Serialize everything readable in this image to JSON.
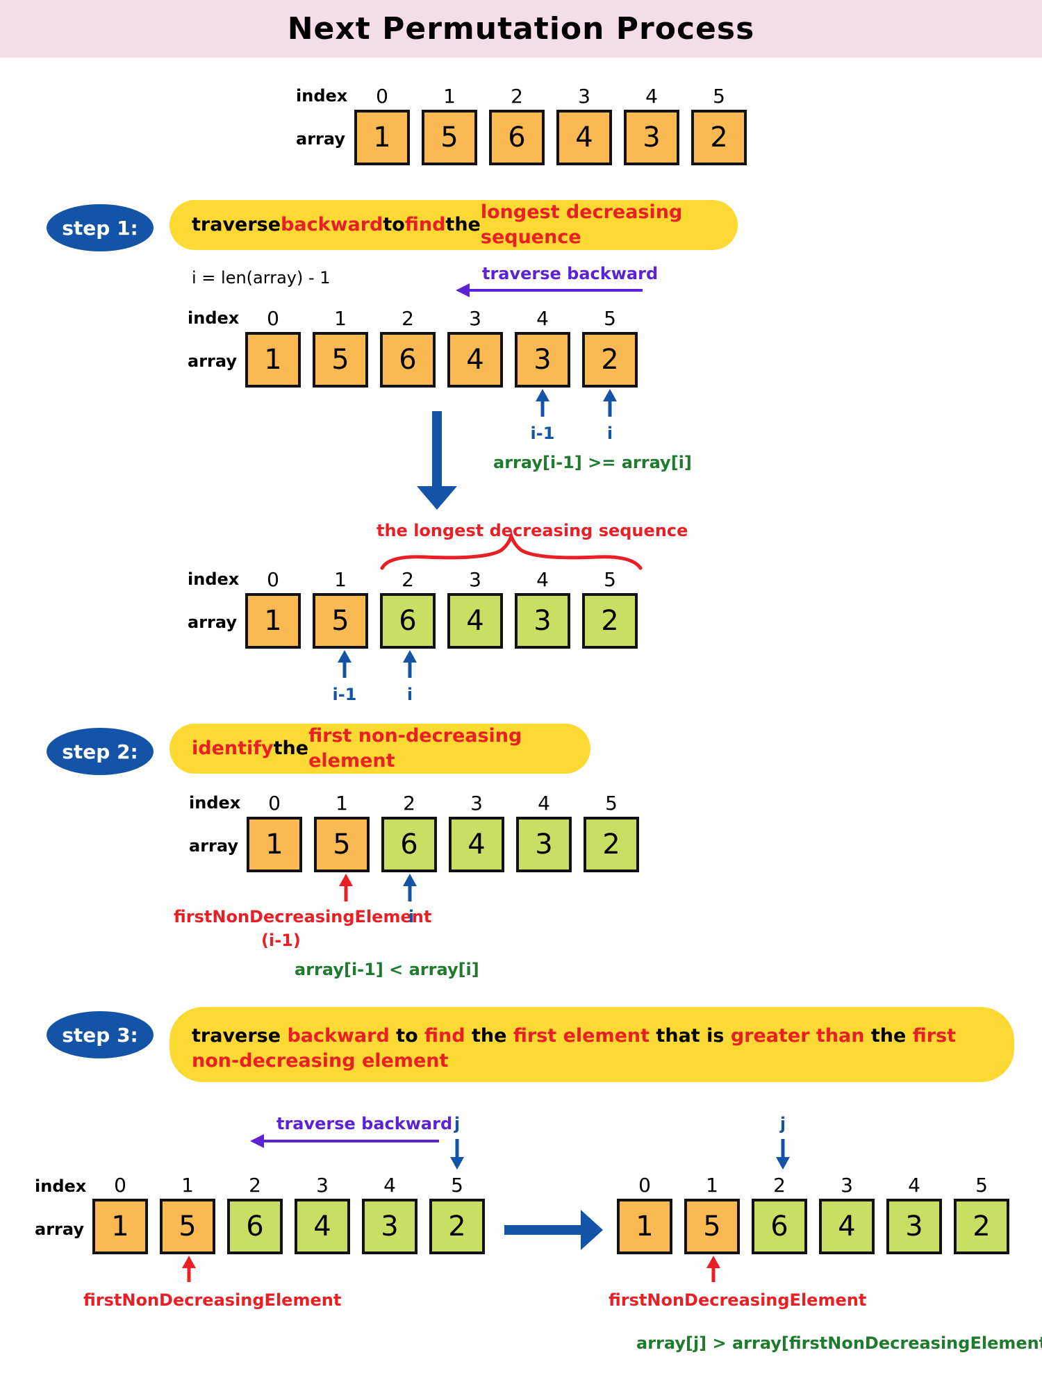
{
  "title": "Next Permutation Process",
  "labels": {
    "index": "index",
    "array": "array"
  },
  "array_values": [
    "1",
    "5",
    "6",
    "4",
    "3",
    "2"
  ],
  "indices": [
    "0",
    "1",
    "2",
    "3",
    "4",
    "5"
  ],
  "colors": {
    "orange": "#fbb954",
    "green": "#c8df64",
    "badge": "#1353a8",
    "pill": "#fcd933",
    "red": "#ea1f25",
    "title_bg": "#f3dde9"
  },
  "step1": {
    "badge": "step 1:",
    "text": [
      "traverse ",
      "backward",
      " to ",
      "find",
      " the ",
      "longest decreasing sequence"
    ],
    "init": "i = len(array) - 1",
    "traverse": "traverse backward",
    "ptr_i_minus": "i-1",
    "ptr_i": "i",
    "condition": "array[i-1] >= array[i]",
    "brace_label": "the longest decreasing sequence"
  },
  "step2": {
    "badge": "step 2:",
    "text": [
      "identify",
      " the ",
      "first non-decreasing element"
    ],
    "ptr_fnde": "firstNonDecreasingElement",
    "ptr_fnde_sub": "(i-1)",
    "ptr_i": "i",
    "condition": "array[i-1] < array[i]"
  },
  "step3": {
    "badge": "step 3:",
    "text": [
      "traverse ",
      "backward",
      " to ",
      "find",
      " the ",
      "first element",
      " that is ",
      "greater than",
      " the ",
      "first non-decreasing element"
    ],
    "traverse": "traverse backward",
    "ptr_j": "j",
    "ptr_fnde": "firstNonDecreasingElement",
    "condition": "array[j] > array[firstNonDecreasingElement]"
  }
}
